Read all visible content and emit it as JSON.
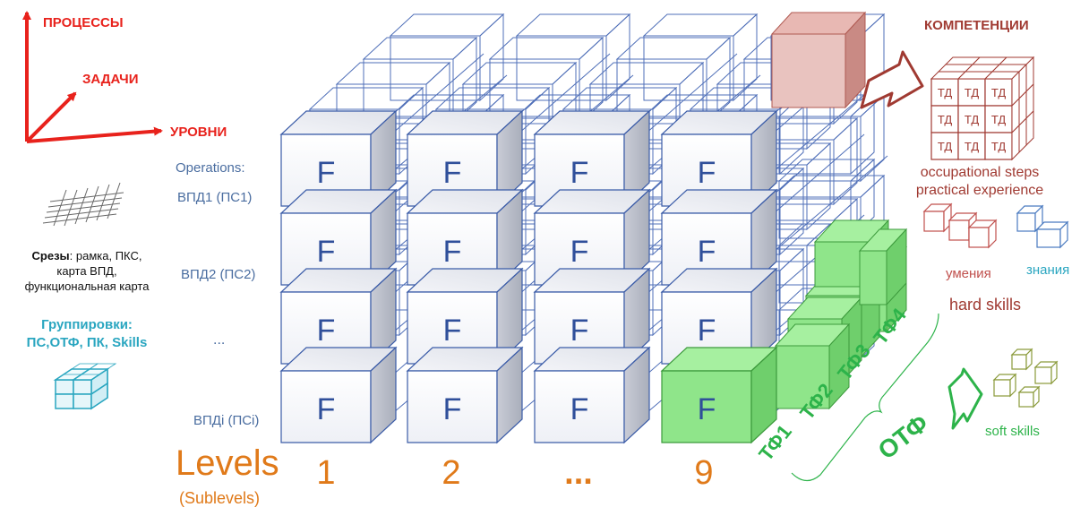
{
  "axes": {
    "processes": "ПРОЦЕССЫ",
    "tasks": "ЗАДАЧИ",
    "levels": "УРОВНИ"
  },
  "rows": {
    "header": "Operations:",
    "labels": [
      "ВПД1 (ПС1)",
      "ВПД2 (ПС2)",
      "...",
      "ВПДi (ПСi)"
    ]
  },
  "slices": {
    "title": "Срезы",
    "line1": ": рамка, ПКС,",
    "line2": "карта ВПД,",
    "line3": "функциональная карта"
  },
  "groupings": {
    "title": "Группировки:",
    "items": "ПС,ОТФ, ПК, Skills"
  },
  "cube_letter": "F",
  "level_numbers": [
    "1",
    "2",
    "...",
    "9"
  ],
  "levels_title": "Levels",
  "sublevels": "(Sublevels)",
  "competencies": {
    "title": "КОМПЕТЕНЦИИ",
    "cell": "ТД",
    "line1": "occupational  steps",
    "line2": "practical experience",
    "abilities": "умения",
    "knowledge": "знания",
    "hard_skills": "hard skills"
  },
  "tf_labels": [
    "ТФ1",
    "ТФ2",
    "ТФ3",
    "ТФ4"
  ],
  "otf": "ОТФ",
  "soft_skills": "soft skills",
  "colors": {
    "axis_red": "#e8221c",
    "row_label_blue": "#4a6da0",
    "cube_outline": "#3b5ca8",
    "cube_letter": "#2f4f9a",
    "level_orange": "#e07a1a",
    "competency_red": "#a03a32",
    "green_text": "#2db34a",
    "green_fill": "#8fe58a",
    "teal": "#2aa6c0"
  }
}
